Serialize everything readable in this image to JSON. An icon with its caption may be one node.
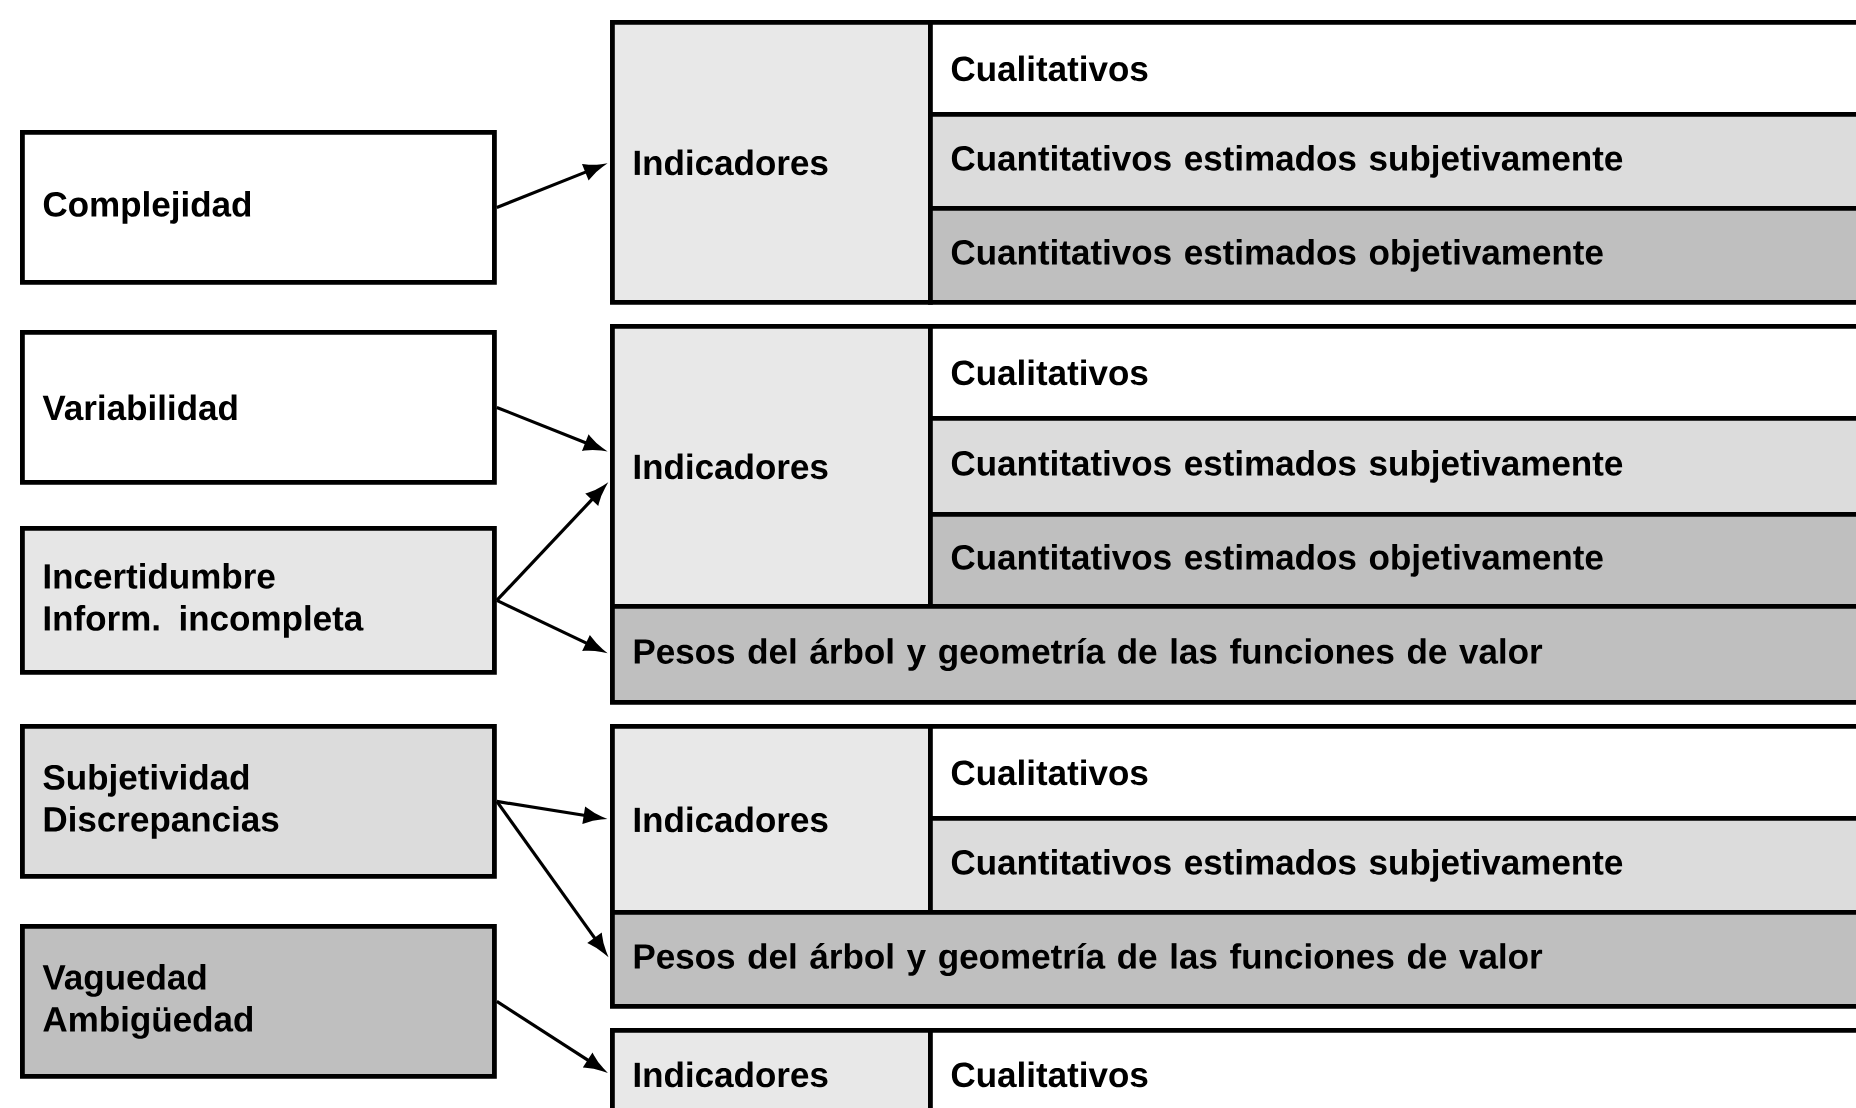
{
  "diagram": {
    "nodes": [
      {
        "text": [
          "Complejidad"
        ]
      },
      {
        "text": [
          "Variabilidad"
        ]
      },
      {
        "text": [
          "Incertidumbre Inform. incompleta"
        ]
      },
      {
        "text": [
          "Subjetividad Discrepancias"
        ]
      },
      {
        "text": [
          "Vaguedad Ambigüedad"
        ]
      },
      {
        "text": [
          "Indicadores"
        ]
      },
      {
        "text": [
          "Cualitativos"
        ]
      },
      {
        "text": [
          "Cuantitativos estimados subjetivamente"
        ]
      },
      {
        "text": [
          "Cuantitativos estimados objetivamente"
        ]
      },
      {
        "text": [
          "Indicadores"
        ]
      },
      {
        "text": [
          "Cualitativos"
        ]
      },
      {
        "text": [
          "Cuantitativos estimados subjetivamente"
        ]
      },
      {
        "text": [
          "Cuantitativos estimados objetivamente"
        ]
      },
      {
        "text": [
          "Pesos del árbol y geometría de las funciones de valor"
        ]
      },
      {
        "text": [
          "Indicadores"
        ]
      },
      {
        "text": [
          "Cualitativos"
        ]
      },
      {
        "text": [
          "Cuantitativos estimados subjetivamente"
        ]
      },
      {
        "text": [
          "Pesos del árbol y geometría de las funciones de valor"
        ]
      },
      {
        "text": [
          "Indicadores"
        ]
      },
      {
        "text": [
          "Cualitativos"
        ]
      }
    ],
    "edges": [
      {
        "from": 0,
        "to": 5,
        "arrow": "to"
      },
      {
        "from": 1,
        "to": 9,
        "arrow": "to"
      },
      {
        "from": 2,
        "to": 9,
        "arrow": "to"
      },
      {
        "from": 2,
        "to": 13,
        "arrow": "to"
      },
      {
        "from": 3,
        "to": 14,
        "arrow": "to"
      },
      {
        "from": 3,
        "to": 17,
        "arrow": "to"
      },
      {
        "from": 4,
        "to": 18,
        "arrow": "to"
      }
    ]
  }
}
